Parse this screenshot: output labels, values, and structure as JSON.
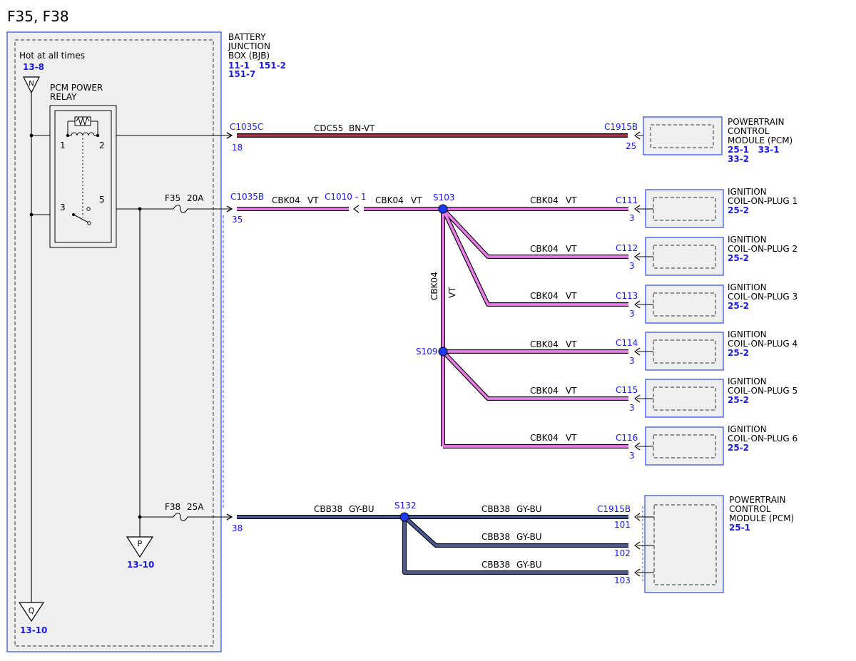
{
  "page_title": "F35, F38",
  "colors": {
    "box_outline": "#3b57e0",
    "box_fill": "#efefef",
    "label_blue": "#1a1ae6",
    "wire_bn_vt": "#b03045",
    "wire_vt": "#e67ee6",
    "wire_gy_bu": "#4a5c96",
    "splice_dot": "#1a3cf0"
  },
  "bjb": {
    "name_lines": [
      "BATTERY",
      "JUNCTION",
      "BOX (BJB)"
    ],
    "refs_line1": "11-1   151-2",
    "refs_line2": "151-7"
  },
  "power_source": {
    "label": "Hot at all times",
    "ref": "13-8",
    "terminal": "N"
  },
  "relay": {
    "name_lines": [
      "PCM POWER",
      "RELAY"
    ],
    "pins": [
      "1",
      "2",
      "3",
      "5"
    ]
  },
  "fuses": [
    {
      "name": "F35",
      "rating": "20A"
    },
    {
      "name": "F38",
      "rating": "25A"
    }
  ],
  "grounds": [
    {
      "terminal": "P",
      "ref": "13-10"
    },
    {
      "terminal": "Q",
      "ref": "13-10"
    }
  ],
  "connectors": {
    "c1035c": {
      "id": "C1035C",
      "pin": "18"
    },
    "c1035b": {
      "id": "C1035B",
      "pin": "35"
    },
    "bjb_pin_38": "38",
    "c1010": "C1010 - 1",
    "c1915b_top": {
      "id": "C1915B",
      "pin": "25"
    },
    "c1915b_bottom": {
      "id": "C1915B",
      "pins": [
        "101",
        "102",
        "103"
      ]
    }
  },
  "splices": [
    "S103",
    "S109",
    "S132"
  ],
  "wires": {
    "cdc55": {
      "circuit": "CDC55",
      "color": "BN-VT"
    },
    "cbk04": {
      "circuit": "CBK04",
      "color": "VT"
    },
    "cbb38": {
      "circuit": "CBB38",
      "color": "GY-BU"
    }
  },
  "components": {
    "pcm_top": {
      "name_lines": [
        "POWERTRAIN",
        "CONTROL",
        "MODULE (PCM)"
      ],
      "refs_line1": "25-1   33-1",
      "refs_line2": "33-2"
    },
    "pcm_bottom": {
      "name_lines": [
        "POWERTRAIN",
        "CONTROL",
        "MODULE (PCM)"
      ],
      "ref": "25-1"
    },
    "coils": [
      {
        "connector": "C111",
        "pin": "3",
        "name_lines": [
          "IGNITION",
          "COIL-ON-PLUG 1"
        ],
        "ref": "25-2"
      },
      {
        "connector": "C112",
        "pin": "3",
        "name_lines": [
          "IGNITION",
          "COIL-ON-PLUG 2"
        ],
        "ref": "25-2"
      },
      {
        "connector": "C113",
        "pin": "3",
        "name_lines": [
          "IGNITION",
          "COIL-ON-PLUG 3"
        ],
        "ref": "25-2"
      },
      {
        "connector": "C114",
        "pin": "3",
        "name_lines": [
          "IGNITION",
          "COIL-ON-PLUG 4"
        ],
        "ref": "25-2"
      },
      {
        "connector": "C115",
        "pin": "3",
        "name_lines": [
          "IGNITION",
          "COIL-ON-PLUG 5"
        ],
        "ref": "25-2"
      },
      {
        "connector": "C116",
        "pin": "3",
        "name_lines": [
          "IGNITION",
          "COIL-ON-PLUG 6"
        ],
        "ref": "25-2"
      }
    ]
  }
}
